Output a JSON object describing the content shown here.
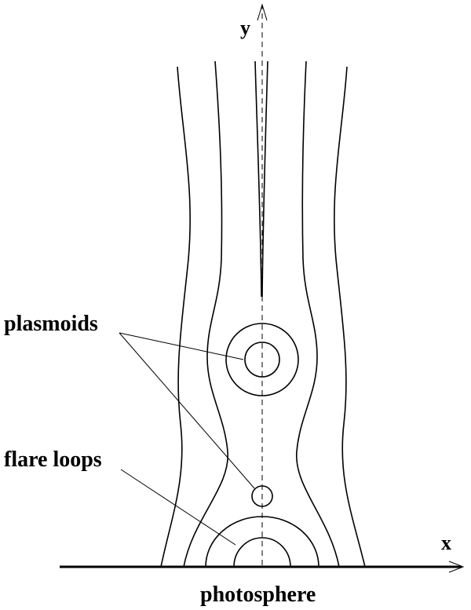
{
  "labels": {
    "y_axis": "y",
    "x_axis": "x",
    "plasmoids": "plasmoids",
    "flare_loops": "flare loops",
    "photosphere": "photosphere"
  },
  "colors": {
    "ink": "#000000",
    "background": "#ffffff"
  }
}
